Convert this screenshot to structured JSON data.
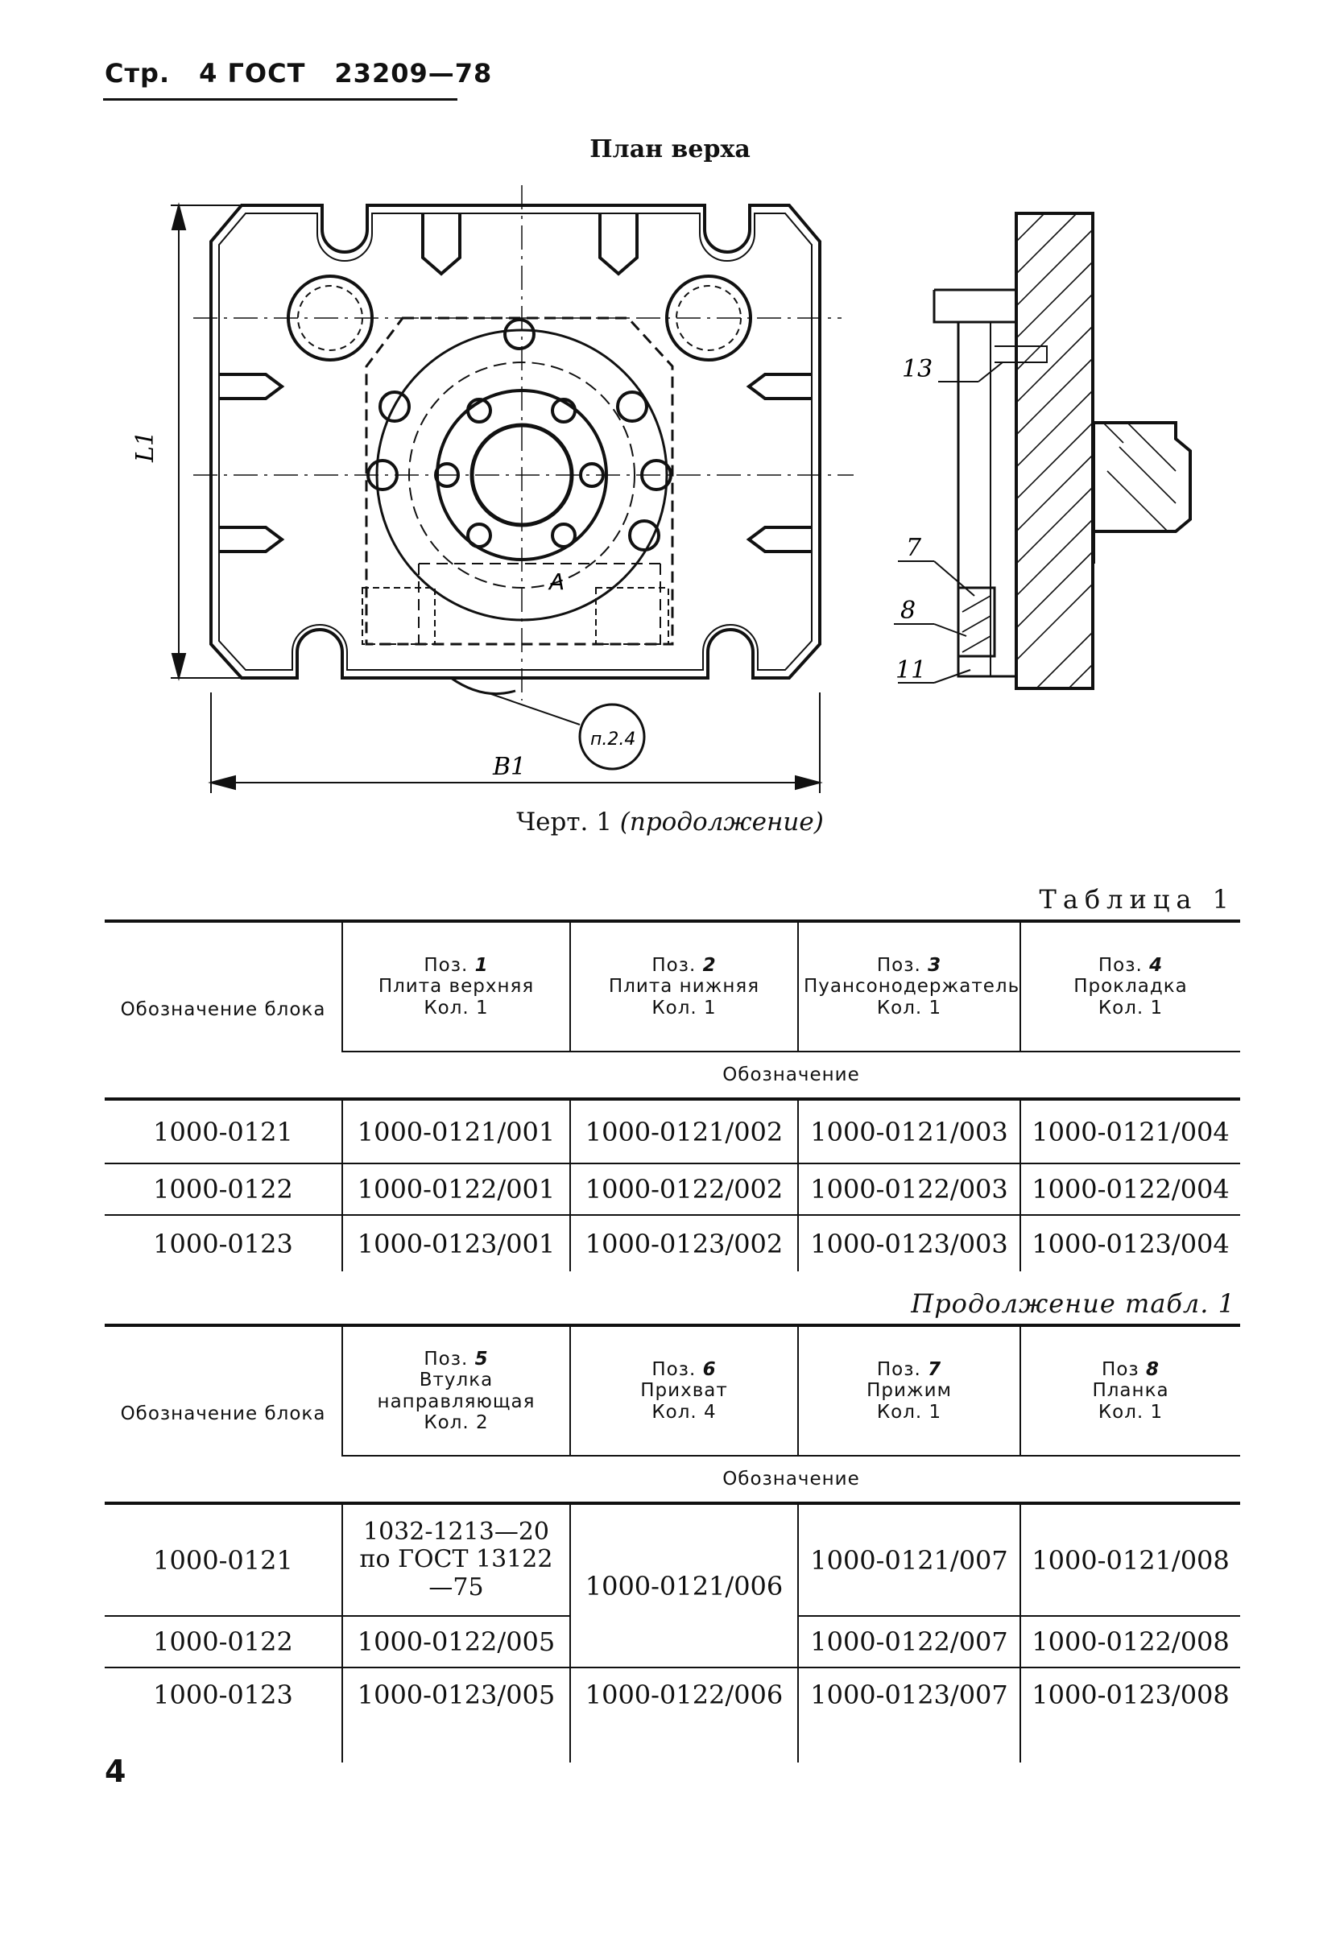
{
  "header": {
    "page_label": "Стр.",
    "page_number": "4",
    "standard": "ГОСТ",
    "standard_number": "23209—78"
  },
  "drawing": {
    "title": "План верха",
    "labels": {
      "L1": "L1",
      "B1": "B1",
      "A": "A",
      "note": "п.2.4",
      "p13": "13",
      "p7": "7",
      "p8": "8",
      "p11": "11"
    },
    "caption_prefix": "Черт. 1",
    "caption_italic": "(продолжение)"
  },
  "table1": {
    "title": "Таблица 1",
    "col0": "Обозначение блока",
    "cols": [
      {
        "pos": "Поз.",
        "n": "1",
        "name": "Плита верхняя",
        "qty": "Кол. 1"
      },
      {
        "pos": "Поз.",
        "n": "2",
        "name": "Плита нижняя",
        "qty": "Кол. 1"
      },
      {
        "pos": "Поз.",
        "n": "3",
        "name": "Пуансонодержатель",
        "qty": "Кол. 1"
      },
      {
        "pos": "Поз.",
        "n": "4",
        "name": "Прокладка",
        "qty": "Кол. 1"
      }
    ],
    "sub": "Обозначение",
    "rows": [
      [
        "1000-0121",
        "1000-0121/001",
        "1000-0121/002",
        "1000-0121/003",
        "1000-0121/004"
      ],
      [
        "1000-0122",
        "1000-0122/001",
        "1000-0122/002",
        "1000-0122/003",
        "1000-0122/004"
      ],
      [
        "1000-0123",
        "1000-0123/001",
        "1000-0123/002",
        "1000-0123/003",
        "1000-0123/004"
      ]
    ]
  },
  "table2": {
    "title": "Продолжение табл. 1",
    "col0": "Обозначение блока",
    "cols": [
      {
        "pos": "Поз.",
        "n": "5",
        "name": "Втулка направляющая",
        "qty": "Кол. 2"
      },
      {
        "pos": "Поз.",
        "n": "6",
        "name": "Прихват",
        "qty": "Кол. 4"
      },
      {
        "pos": "Поз.",
        "n": "7",
        "name": "Прижим",
        "qty": "Кол. 1"
      },
      {
        "pos": "Поз",
        "n": "8",
        "name": "Планка",
        "qty": "Кол. 1"
      }
    ],
    "sub": "Обозначение",
    "rows": [
      [
        "1000-0121",
        "1032-1213—20 по ГОСТ 13122—75",
        "1000-0121/006",
        "1000-0121/007",
        "1000-0121/008"
      ],
      [
        "1000-0122",
        "1000-0122/005",
        "1000-0122/007",
        "1000-0122/008"
      ],
      [
        "1000-0123",
        "1000-0123/005",
        "1000-0122/006",
        "1000-0123/007",
        "1000-0123/008"
      ]
    ]
  },
  "footer": {
    "page_number": "4"
  }
}
